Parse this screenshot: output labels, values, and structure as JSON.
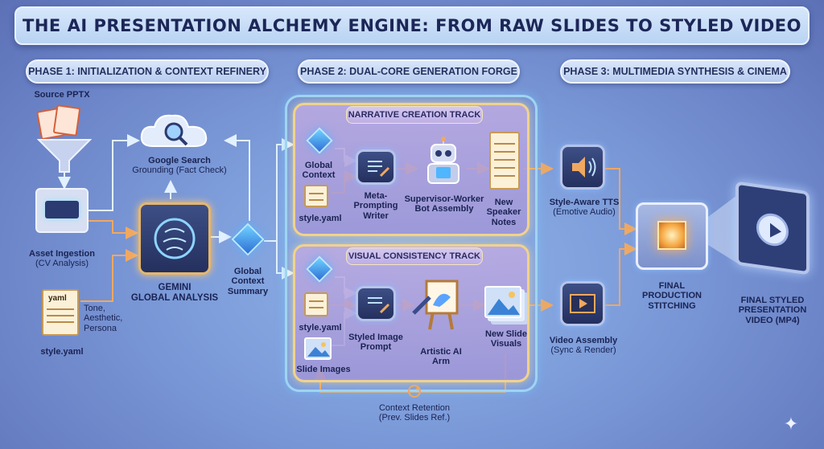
{
  "title": "THE AI PRESENTATION ALCHEMY ENGINE: FROM RAW SLIDES TO STYLED VIDEO",
  "phases": [
    {
      "label": "PHASE 1: INITIALIZATION & CONTEXT REFINERY"
    },
    {
      "label": "PHASE 2: DUAL-CORE GENERATION FORGE"
    },
    {
      "label": "PHASE 3: MULTIMEDIA SYNTHESIS & CINEMA"
    }
  ],
  "phase1": {
    "source_pptx": "Source PPTX",
    "asset_ingestion": "Asset Ingestion",
    "asset_ingestion_sub": "(CV Analysis)",
    "google_search": "Google Search",
    "google_search_sub": "Grounding (Fact Check)",
    "gemini_line1": "GEMINI",
    "gemini_line2": "GLOBAL ANALYSIS",
    "yaml_tag": "yaml",
    "tone_line1": "Tone,",
    "tone_line2": "Aesthetic,",
    "tone_line3": "Persona",
    "style_yaml": "style.yaml",
    "global_summary_line1": "Global",
    "global_summary_line2": "Context",
    "global_summary_line3": "Summary"
  },
  "narrative": {
    "label": "NARRATIVE CREATION TRACK",
    "global_context_line1": "Global",
    "global_context_line2": "Context",
    "style_yaml": "style.yaml",
    "meta_line1": "Meta-",
    "meta_line2": "Prompting",
    "meta_line3": "Writer",
    "supervisor_line1": "Supervisor-Worker",
    "supervisor_line2": "Bot Assembly",
    "notes_line1": "New",
    "notes_line2": "Speaker",
    "notes_line3": "Notes"
  },
  "visual": {
    "label": "VISUAL CONSISTENCY TRACK",
    "style_yaml": "style.yaml",
    "slide_images": "Slide Images",
    "styled_prompt_line1": "Styled Image",
    "styled_prompt_line2": "Prompt",
    "arm_line1": "Artistic AI",
    "arm_line2": "Arm",
    "visuals_line1": "New Slide",
    "visuals_line2": "Visuals",
    "retention": "Context Retention",
    "retention_sub": "(Prev. Slides Ref.)"
  },
  "phase3": {
    "tts": "Style-Aware TTS",
    "tts_sub": "(Emotive Audio)",
    "video_assembly": "Video Assembly",
    "video_assembly_sub": "(Sync & Render)",
    "stitch_line1": "FINAL",
    "stitch_line2": "PRODUCTION",
    "stitch_line3": "STITCHING",
    "final_line1": "FINAL STYLED",
    "final_line2": "PRESENTATION",
    "final_line3": "VIDEO (MP4)"
  },
  "colors": {
    "arrow_orange": "#f0a860",
    "arrow_blue": "#d9ecff",
    "track_border": "#f1d28c"
  },
  "icons": [
    "document-icon",
    "funnel-icon",
    "scanner-icon",
    "cloud-search-icon",
    "brain-chip-icon",
    "cube-icon",
    "yaml-scroll-icon",
    "pen-icon",
    "robot-icon",
    "scroll-icon",
    "easel-icon",
    "image-icon",
    "speaker-icon",
    "film-icon",
    "cpu-icon",
    "play-icon",
    "loop-icon"
  ]
}
